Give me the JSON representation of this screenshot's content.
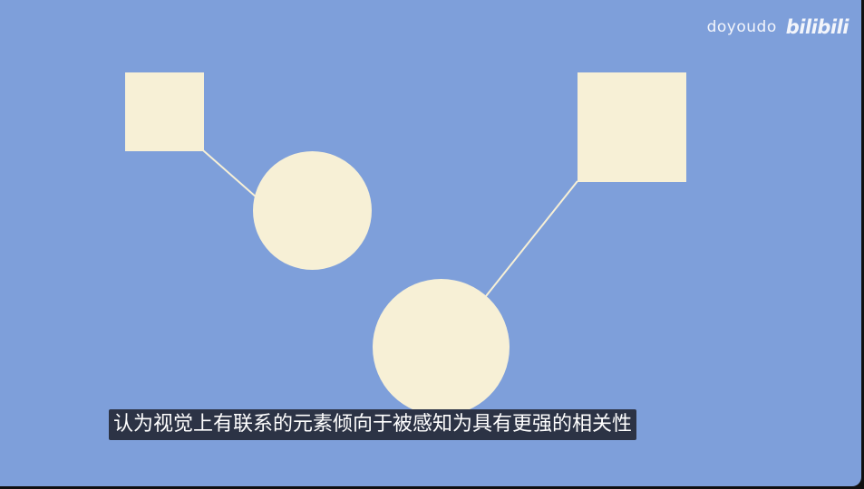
{
  "watermark": {
    "username": "doyoudo",
    "platform_logo": "bilibili"
  },
  "subtitle": {
    "text": "认为视觉上有联系的元素倾向于被感知为具有更强的相关性"
  },
  "diagram": {
    "nodes": [
      {
        "id": "square-small",
        "shape": "square"
      },
      {
        "id": "circle-small",
        "shape": "circle"
      },
      {
        "id": "square-large",
        "shape": "square"
      },
      {
        "id": "circle-large",
        "shape": "circle"
      }
    ],
    "edges": [
      {
        "from": "square-small",
        "to": "circle-small"
      },
      {
        "from": "square-large",
        "to": "circle-large"
      }
    ]
  },
  "colors": {
    "background": "#7e9fda",
    "shape_fill": "#f7f0d6",
    "connector": "#f7f0d6",
    "subtitle_bg": "#2c3345",
    "subtitle_text": "#ffffff"
  }
}
